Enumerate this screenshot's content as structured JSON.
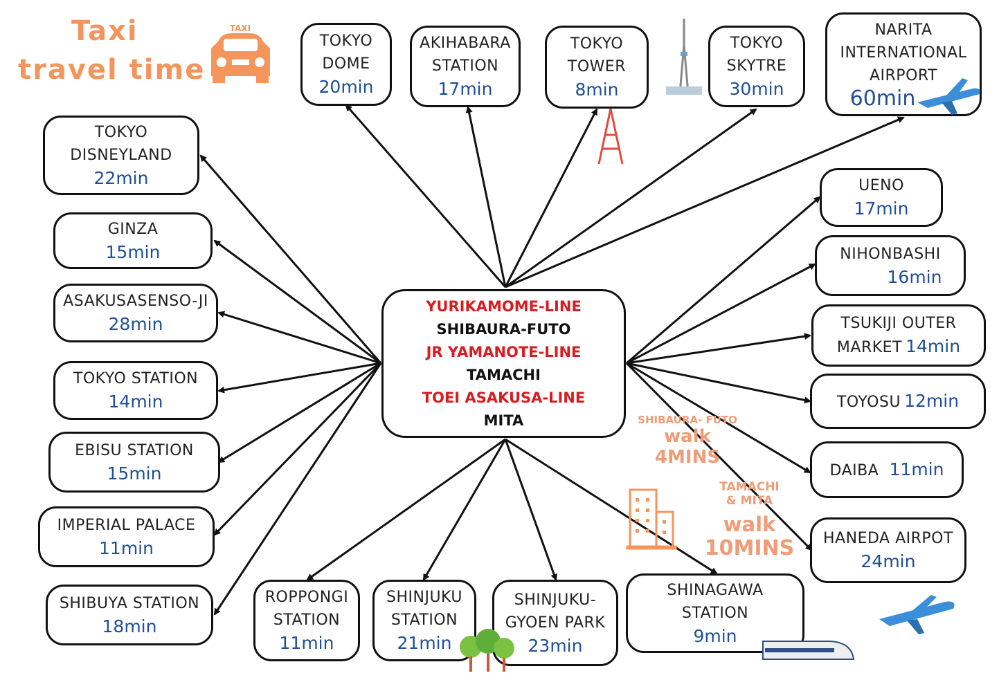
{
  "title": {
    "line1": "Taxi",
    "line2": "travel time",
    "taxi_sign": "TAXI"
  },
  "colors": {
    "accent": "#f4955b",
    "time": "#1f4f96",
    "station_line": "#d61d22",
    "walk": "#ef9c77"
  },
  "center": {
    "lines": [
      {
        "text": "YURIKAMOME-LINE",
        "color": "red"
      },
      {
        "text": "SHIBAURA-FUTO",
        "color": "black"
      },
      {
        "text": "JR YAMANOTE-LINE",
        "color": "red"
      },
      {
        "text": "TAMACHI",
        "color": "black"
      },
      {
        "text": "TOEI ASAKUSA-LINE",
        "color": "red"
      },
      {
        "text": "MITA",
        "color": "black"
      }
    ]
  },
  "destinations": {
    "dome": {
      "l1": "TOKYO",
      "l2": "DOME",
      "time": "20min",
      "icon": "dome-icon"
    },
    "akihabara": {
      "l1": "AKIHABARA",
      "l2": "STATION",
      "time": "17min",
      "icon": "robot-icon"
    },
    "tower": {
      "l1": "TOKYO",
      "l2": "TOWER",
      "time": "8min",
      "icon": "tower-icon"
    },
    "skytree": {
      "l1": "TOKYO",
      "l2": "SKYTRE",
      "time": "30min",
      "icon": "skytree-icon"
    },
    "narita": {
      "l1": "NARITA",
      "l2": "INTERNATIONAL",
      "l3": "AIRPORT",
      "time": "60min",
      "icon": "airplane-icon"
    },
    "disneyland": {
      "l1": "TOKYO",
      "l2": "DISNEYLAND",
      "time": "22min",
      "icon": "castle-icon"
    },
    "ginza": {
      "l1": "GINZA",
      "time": "15min",
      "icon": "building-icon"
    },
    "asakusa": {
      "l1": "ASAKUSASENSO-JI",
      "time": "28min",
      "icon": "temple-icon"
    },
    "tokyo_station": {
      "l1": "TOKYO STATION",
      "time": "14min",
      "icon": "station-icon"
    },
    "ebisu": {
      "l1": "EBISU STATION",
      "time": "15min",
      "icon": "beer-icon"
    },
    "imperial": {
      "l1": "IMPERIAL PALACE",
      "time": "11min",
      "icon": "hotel-icon"
    },
    "shibuya": {
      "l1": "SHIBUYA STATION",
      "time": "18min",
      "icon": "hachiko-icon"
    },
    "roppongi": {
      "l1": "ROPPONGI",
      "l2": "STATION",
      "time": "11min",
      "icon": "tower-building-icon"
    },
    "shinjuku": {
      "l1": "SHINJUKU",
      "l2": "STATION",
      "time": "21min",
      "icon": "trees-icon"
    },
    "gyoen": {
      "l1": "SHINJUKU-",
      "l2": "GYOEN PARK",
      "time": "23min"
    },
    "shinagawa": {
      "l1": "SHINAGAWA",
      "l2": "STATION",
      "time": "9min",
      "icon": "train-icon"
    },
    "haneda": {
      "l1": "HANEDA AIRPOT",
      "time": "24min",
      "icon": "airplane-icon"
    },
    "daiba": {
      "l1": "DAIBA",
      "time": "11min",
      "icon": "bridge-icon"
    },
    "toyosu": {
      "l1": "TOYOSU",
      "time": "12min",
      "icon": "fish-icon"
    },
    "tsukiji": {
      "l1": "TSUKIJI OUTER",
      "l2": "MARKET",
      "time": "14min",
      "icon": "sushi-icon"
    },
    "nihonbashi": {
      "l1": "NIHONBASHI",
      "time": "16min"
    },
    "ueno": {
      "l1": "UENO",
      "time": "17min",
      "icon": "panda-icon"
    }
  },
  "walk_notes": [
    {
      "station": "SHIBAURA- FUTO",
      "walk": "walk",
      "time": "4MINS"
    },
    {
      "station": "TAMACHI",
      "station2": "& MITA",
      "walk": "walk",
      "time": "10MINS"
    }
  ]
}
